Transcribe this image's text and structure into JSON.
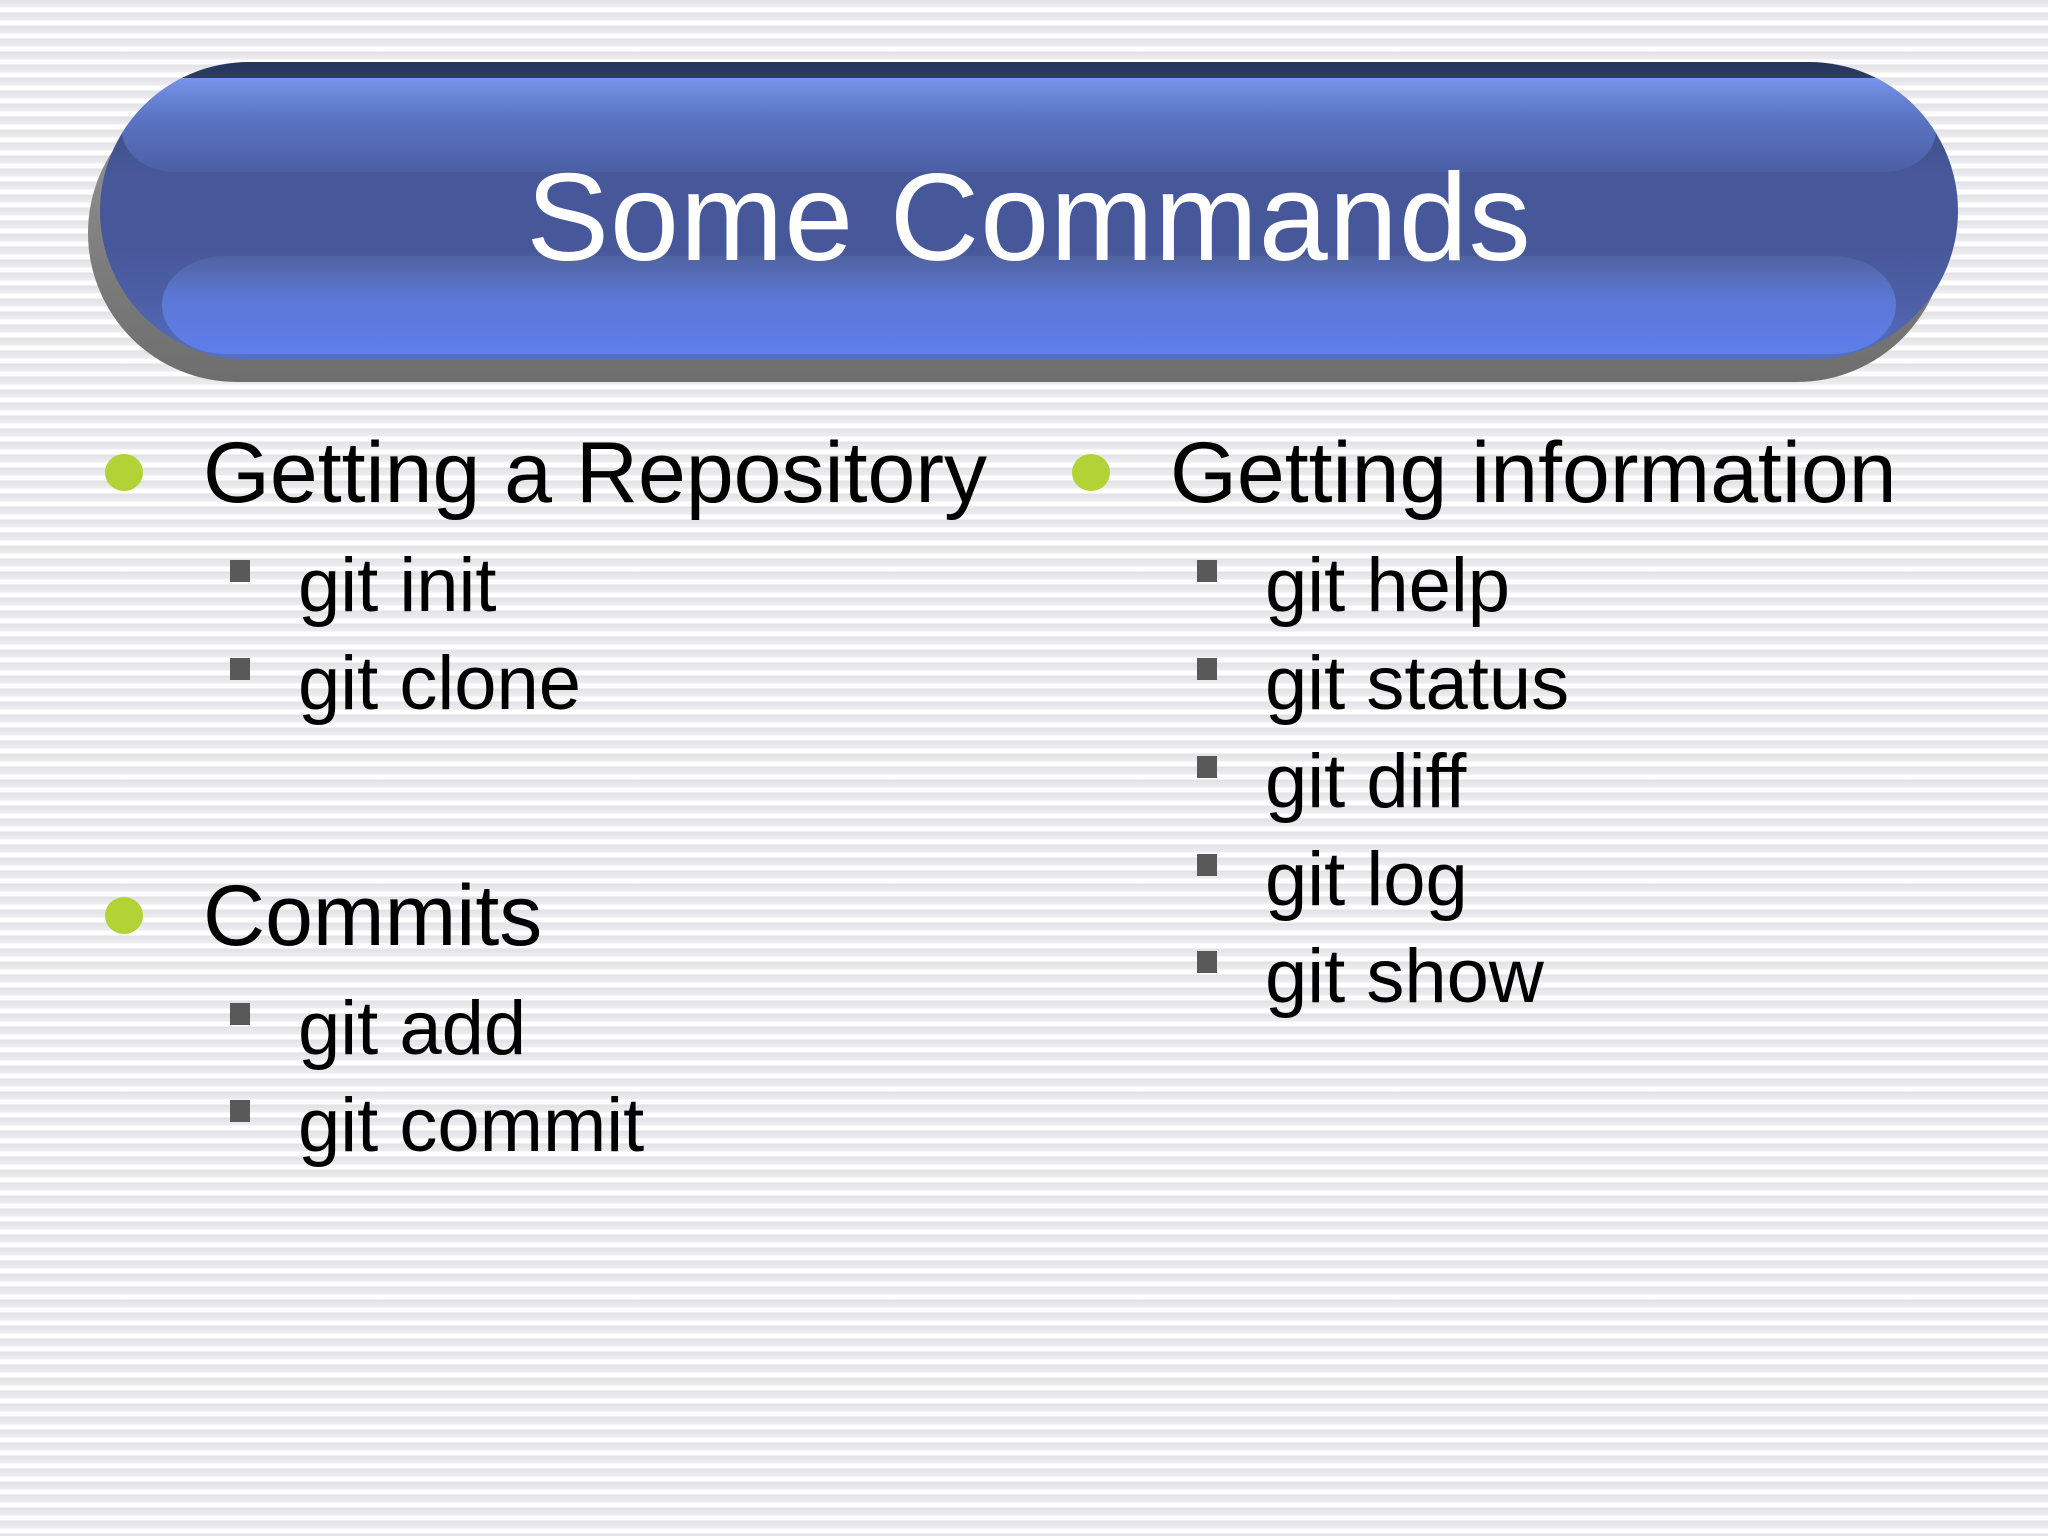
{
  "slide": {
    "title": "Some Commands",
    "columns": [
      {
        "sections": [
          {
            "heading": "Getting a Repository",
            "items": [
              "git init",
              "git clone"
            ]
          },
          {
            "heading": "Commits",
            "items": [
              "git add",
              "git commit"
            ]
          }
        ]
      },
      {
        "sections": [
          {
            "heading": "Getting information",
            "items": [
              "git help",
              "git status",
              "git diff",
              "git log",
              "git show"
            ]
          }
        ]
      }
    ],
    "colors": {
      "banner_body": "#47589a",
      "banner_highlight": "#7795ec",
      "banner_bottom_glow": "#5f7ee9",
      "banner_top_rim": "#24345a",
      "banner_shadow": "#7d7d7d",
      "title_text": "#ffffff",
      "body_text": "#000000",
      "level1_bullet": "#b2d235",
      "level2_bullet": "#595959",
      "background_stripe_gray": "#e2e2e6",
      "background_stripe_white": "#ffffff"
    }
  }
}
